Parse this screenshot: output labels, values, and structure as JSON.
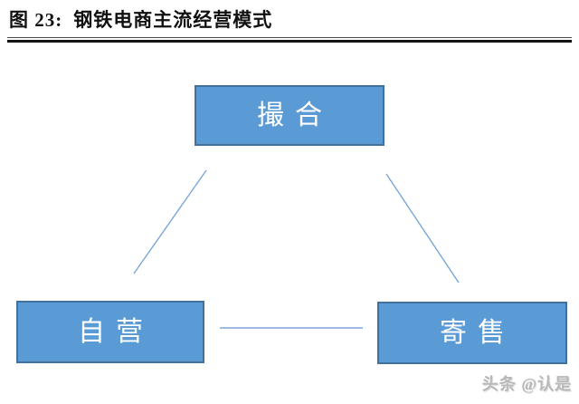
{
  "figure_header": {
    "label": "图 23:",
    "title": "钢铁电商主流经营模式"
  },
  "diagram": {
    "type": "triangle-relationship",
    "nodes": [
      {
        "id": "matchmaking",
        "label": "撮合",
        "position": "top"
      },
      {
        "id": "self-operated",
        "label": "自营",
        "position": "bottom-left"
      },
      {
        "id": "consignment",
        "label": "寄售",
        "position": "bottom-right"
      }
    ],
    "edges": [
      {
        "from": "撮合",
        "to": "自营"
      },
      {
        "from": "撮合",
        "to": "寄售"
      },
      {
        "from": "自营",
        "to": "寄售"
      }
    ],
    "colors": {
      "node_fill": "#5b9bd5",
      "node_border": "#41719c",
      "node_text": "#ffffff",
      "connector": "#7aa6d8",
      "title_text": "#111111",
      "rule": "#141414",
      "watermark_text": "#b8b8b8"
    }
  },
  "watermark": {
    "text": "头条 @认是"
  }
}
